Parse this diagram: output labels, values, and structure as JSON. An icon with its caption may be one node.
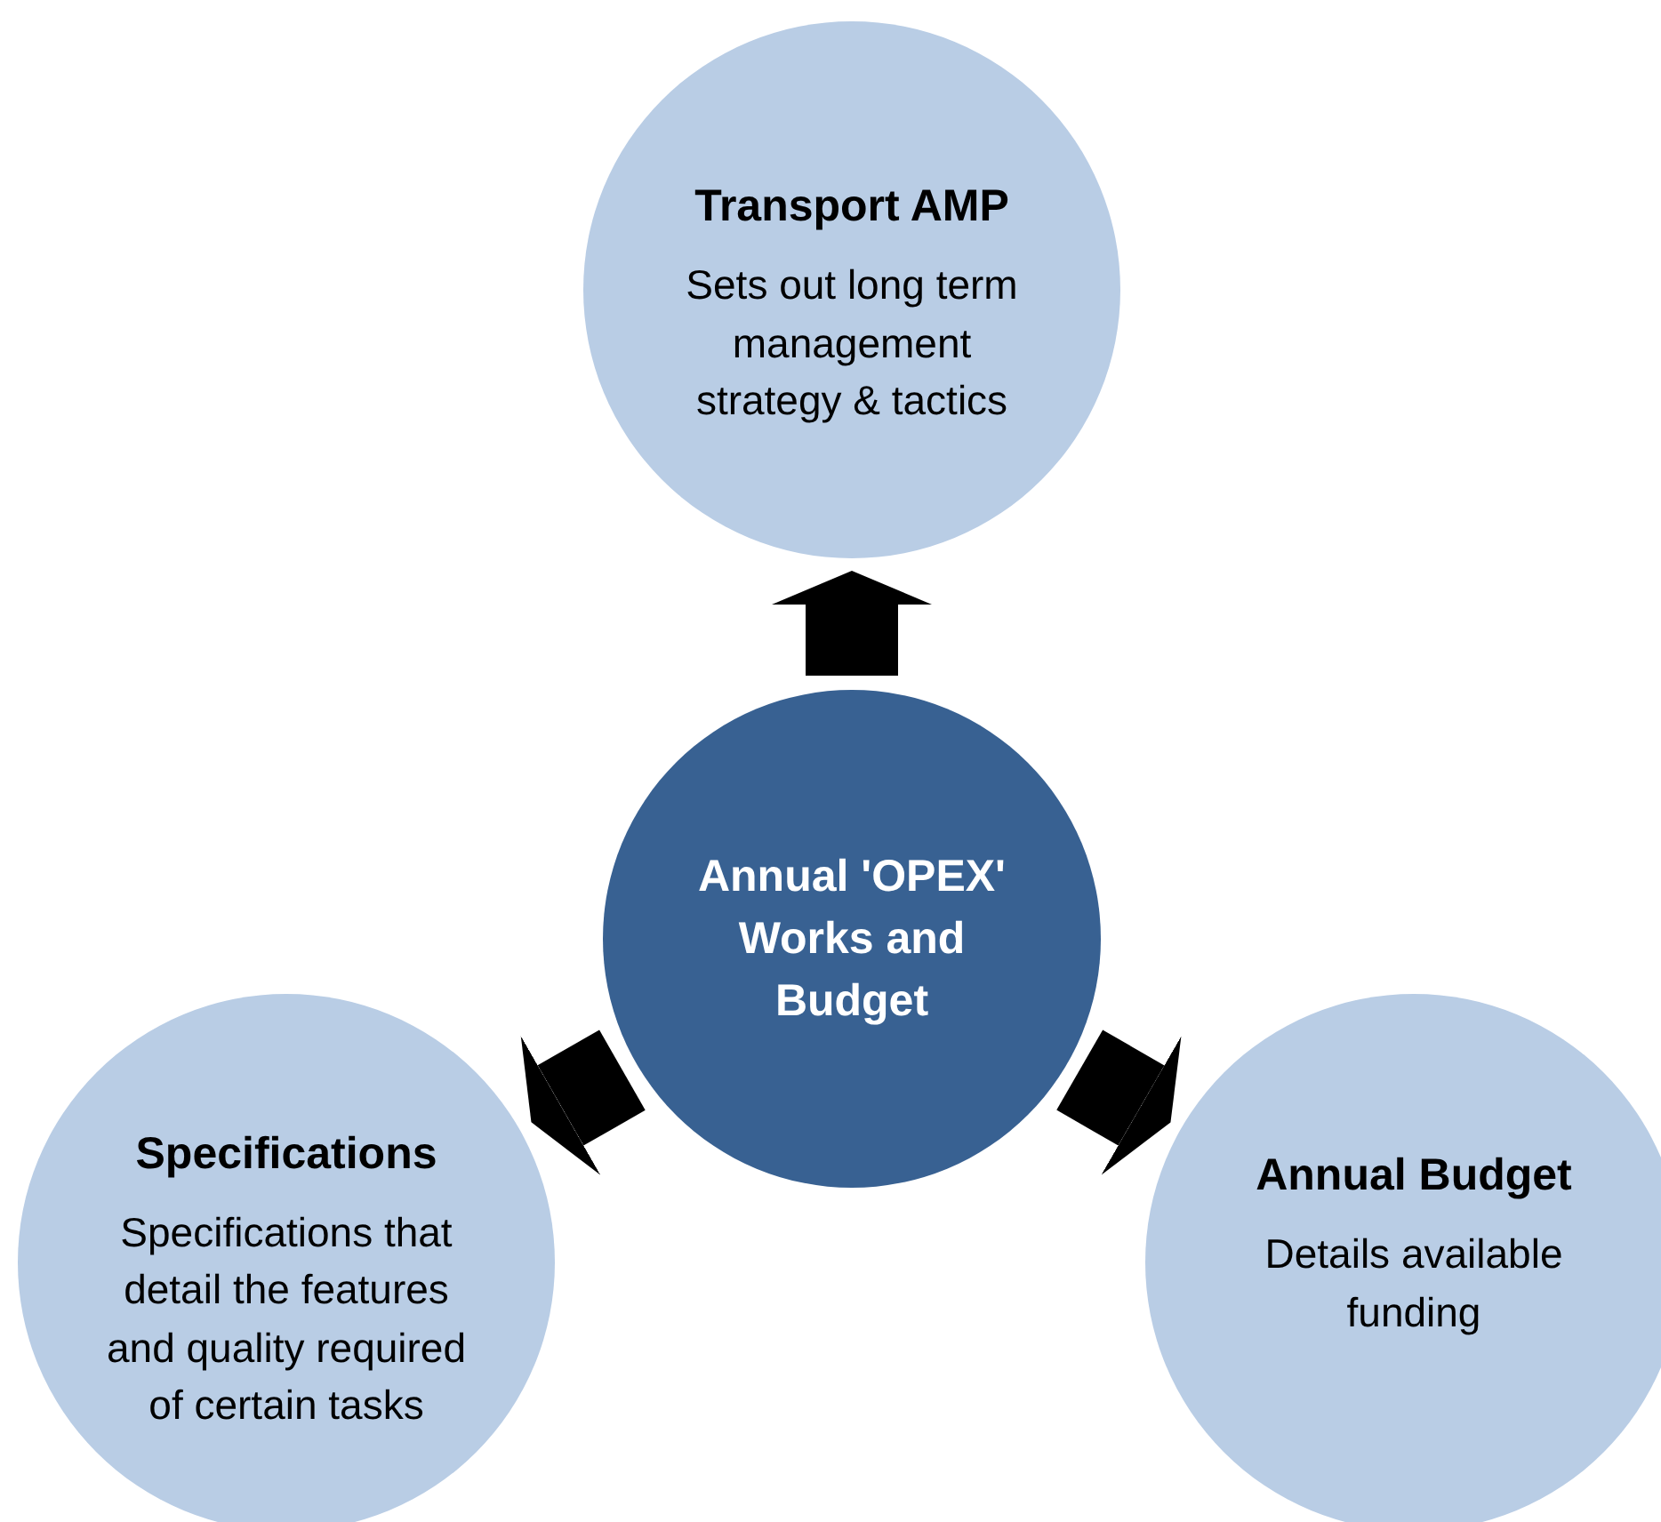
{
  "diagram": {
    "nodes": [
      {
        "text": [
          "Transport AMP",
          "Sets out long term management strategy & tactics"
        ]
      },
      {
        "text": [
          "Annual 'OPEX' Works and Budget"
        ]
      },
      {
        "text": [
          "Specifications",
          "Specifications that detail the features and quality required of certain tasks"
        ]
      },
      {
        "text": [
          "Annual Budget",
          "Details available funding"
        ]
      }
    ],
    "edges": [
      {
        "from": 1,
        "to": 0,
        "arrow": "to"
      },
      {
        "from": 1,
        "to": 2,
        "arrow": "to"
      },
      {
        "from": 1,
        "to": 3,
        "arrow": "to"
      }
    ]
  }
}
